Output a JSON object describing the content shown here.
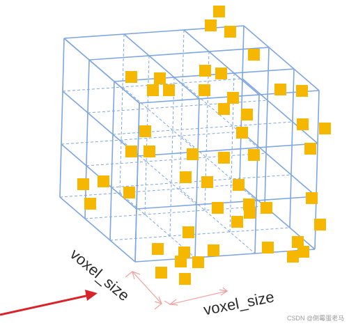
{
  "labels": {
    "voxel_left": "voxel_size",
    "voxel_bottom": "voxel_size"
  },
  "watermark": "CSDN @倒霉蛋老马",
  "colors": {
    "grid_line": "#7ea6e0",
    "point_fill": "#f5b700",
    "arrow": "#d8232a",
    "dimension_line": "#f2a0a0"
  },
  "icons": {
    "pointer_arrow": "red-arrow-icon"
  }
}
